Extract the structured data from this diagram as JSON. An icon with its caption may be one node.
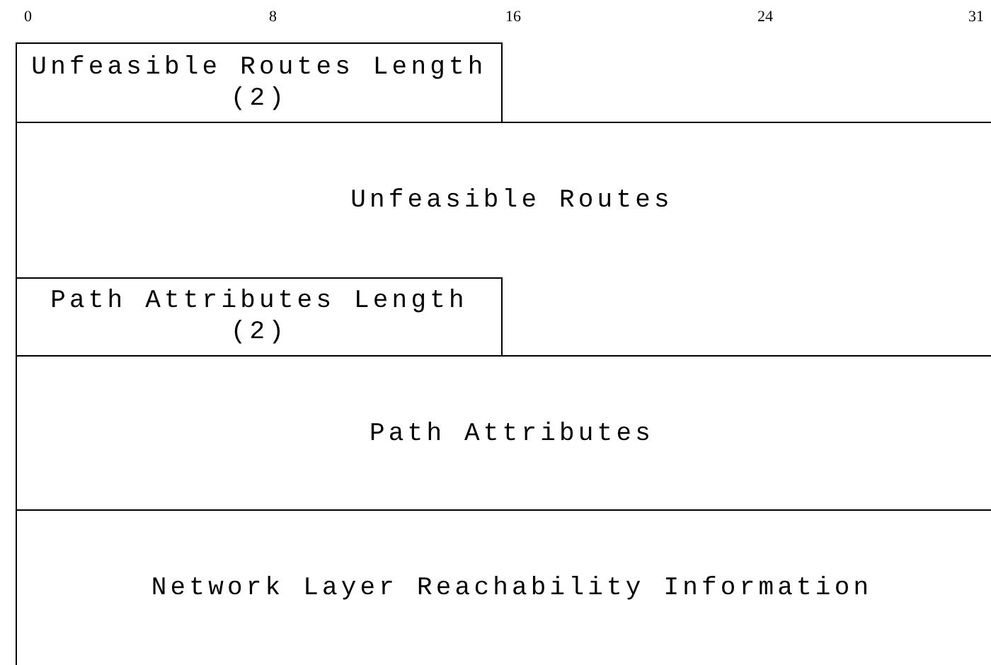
{
  "diagram": {
    "nodes": [
      {
        "text": [
          "Unfeasible Routes Length",
          "(2)"
        ]
      },
      {
        "text": [
          "Unfeasible Routes"
        ]
      },
      {
        "text": [
          "Path Attributes Length",
          "(2)"
        ]
      },
      {
        "text": [
          "Path Attributes"
        ]
      },
      {
        "text": [
          "Network Layer Reachability Information"
        ]
      }
    ],
    "labels": [
      "0",
      "8",
      "16",
      "24",
      "31"
    ]
  }
}
